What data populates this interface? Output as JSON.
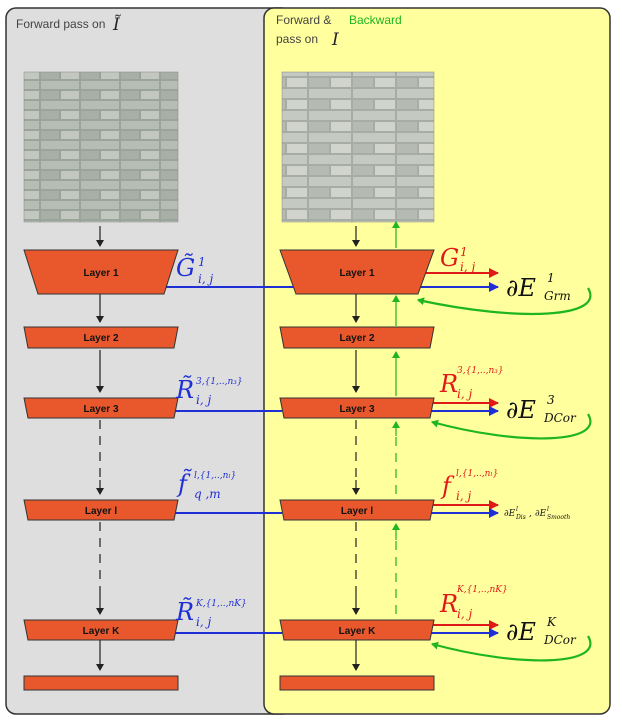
{
  "left_panel": {
    "title": "Forward pass on",
    "title_symbol": "Ĩ",
    "layers": [
      "Layer 1",
      "Layer 2",
      "Layer 3",
      "Layer l",
      "Layer K",
      ""
    ]
  },
  "right_panel": {
    "title_forward": "Forward &",
    "title_backward": "Backward",
    "title_line2": "pass on",
    "title_symbol": "I",
    "layers": [
      "Layer 1",
      "Layer 2",
      "Layer 3",
      "Layer l",
      "Layer K",
      ""
    ]
  },
  "connectors": {
    "layer1": {
      "base": "G̃",
      "sub": "i, j",
      "sup": "1"
    },
    "layer3": {
      "base": "R̃",
      "sub": "i, j",
      "sup": "3,{1,..,n₃}"
    },
    "layerl": {
      "base": "f̃",
      "sub": "q ,m",
      "sup": "l,{1,..,nₗ}"
    },
    "layerK": {
      "base": "R̃",
      "sub": "i, j",
      "sup": "K,{1,..,nK}"
    }
  },
  "outputs": {
    "layer1": {
      "red_base": "G",
      "red_sub": "i, j",
      "red_sup": "1",
      "loss": "∂E",
      "loss_sub": "Grm",
      "loss_sup": "1"
    },
    "layer3": {
      "red_base": "R",
      "red_sub": "i, j",
      "red_sup": "3,{1,..,n₃}",
      "loss": "∂E",
      "loss_sub": "DCor",
      "loss_sup": "3"
    },
    "layerl": {
      "red_base": "f",
      "red_sub": "i, j",
      "red_sup": "l,{1,..,nₗ}",
      "loss_a": "∂E",
      "loss_a_sub": "Dis",
      "loss_a_sup": "l",
      "loss_sep": ",",
      "loss_b": "∂E",
      "loss_b_sub": "Smooth",
      "loss_b_sup": "l"
    },
    "layerK": {
      "red_base": "R",
      "red_sub": "i, j",
      "red_sup": "K,{1,..,nK}",
      "loss": "∂E",
      "loss_sub": "DCor",
      "loss_sup": "K"
    }
  },
  "colors": {
    "left_bg": "#dedede",
    "right_bg": "#ffff9e",
    "layer_fill": "#e8582c",
    "blue": "#1f2fd6",
    "red": "#e01818",
    "green": "#1fb51f"
  }
}
